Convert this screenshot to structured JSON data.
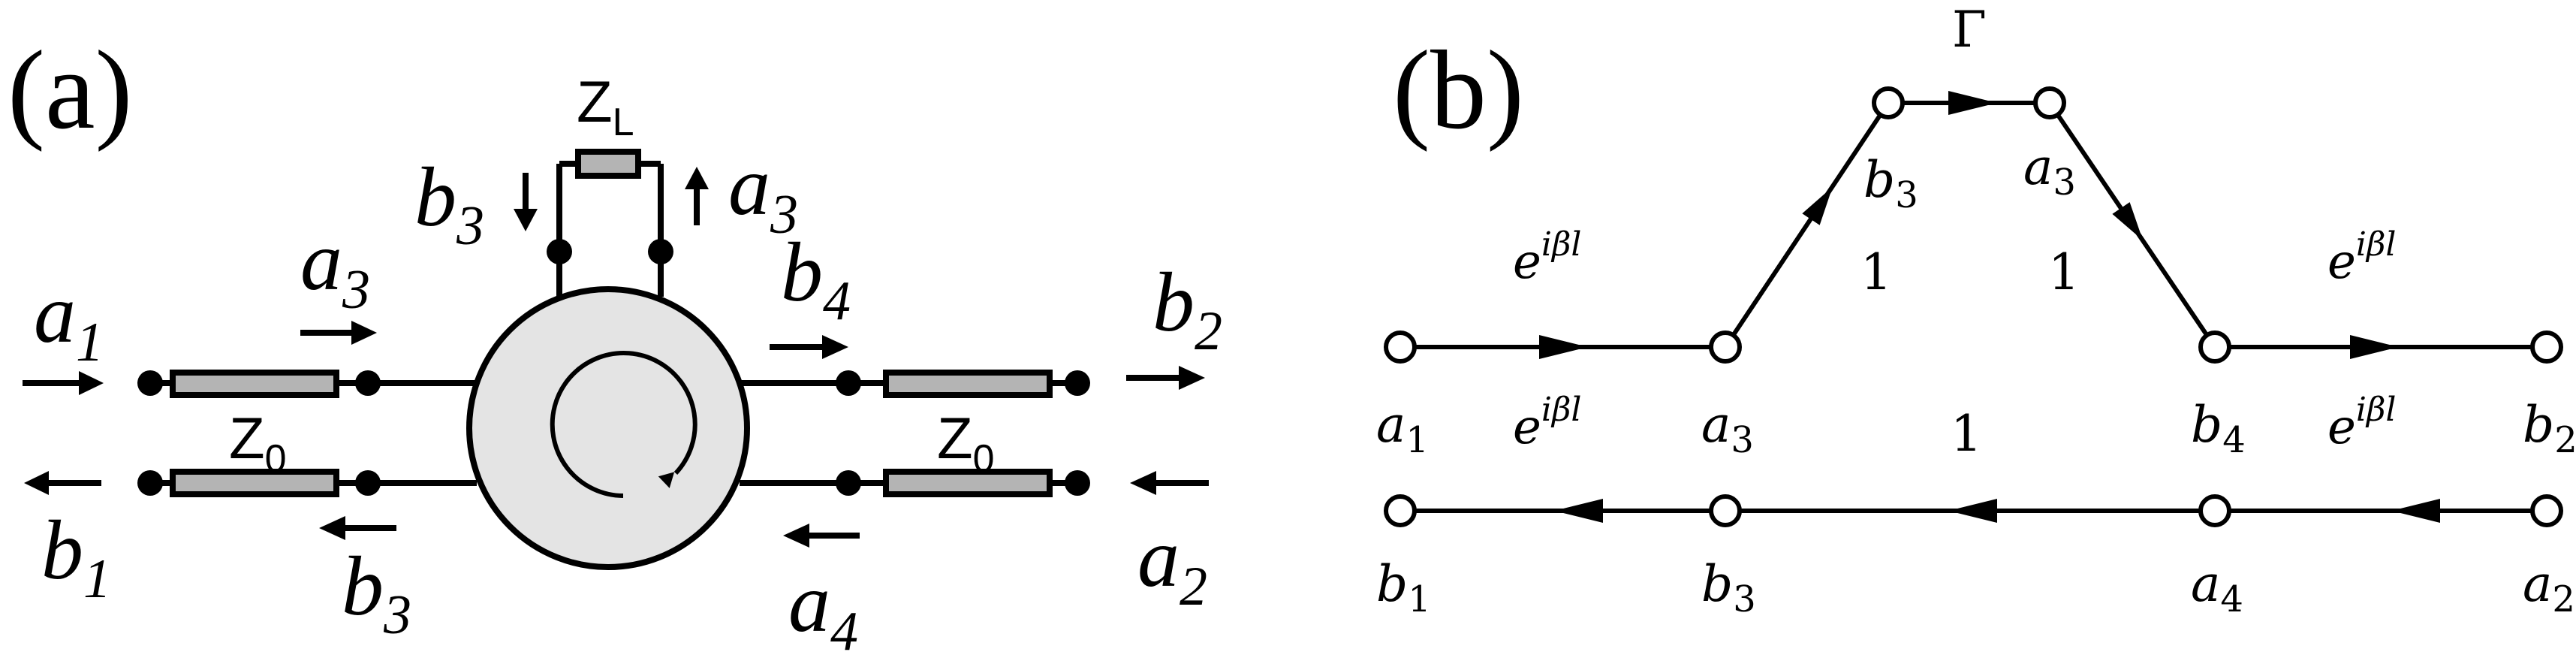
{
  "panel_a": {
    "label": "(a)",
    "load_impedance": {
      "base": "Z",
      "sub": "L"
    },
    "line_impedance_left": {
      "base": "Z",
      "sub": "0"
    },
    "line_impedance_right": {
      "base": "Z",
      "sub": "0"
    },
    "waves": {
      "a1": {
        "base": "a",
        "sub": "1"
      },
      "b1": {
        "base": "b",
        "sub": "1"
      },
      "a3_top": {
        "base": "a",
        "sub": "3"
      },
      "b3_top": {
        "base": "b",
        "sub": "3"
      },
      "a3_left": {
        "base": "a",
        "sub": "3"
      },
      "b3_left": {
        "base": "b",
        "sub": "3"
      },
      "b4": {
        "base": "b",
        "sub": "4"
      },
      "a4": {
        "base": "a",
        "sub": "4"
      },
      "b2": {
        "base": "b",
        "sub": "2"
      },
      "a2": {
        "base": "a",
        "sub": "2"
      }
    }
  },
  "panel_b": {
    "label": "(b)",
    "gamma": "Γ",
    "nodes": {
      "a1": {
        "base": "a",
        "sub": "1"
      },
      "a3": {
        "base": "a",
        "sub": "3"
      },
      "b4": {
        "base": "b",
        "sub": "4"
      },
      "b2": {
        "base": "b",
        "sub": "2"
      },
      "b1": {
        "base": "b",
        "sub": "1"
      },
      "b3": {
        "base": "b",
        "sub": "3"
      },
      "a4": {
        "base": "a",
        "sub": "4"
      },
      "a2": {
        "base": "a",
        "sub": "2"
      },
      "top_b3": {
        "base": "b",
        "sub": "3"
      },
      "top_a3": {
        "base": "a",
        "sub": "3"
      }
    },
    "gains": {
      "phase": {
        "base": "e",
        "exp": "iβl"
      },
      "unity_left": "1",
      "unity_right": "1",
      "unity_bottom": "1"
    }
  }
}
